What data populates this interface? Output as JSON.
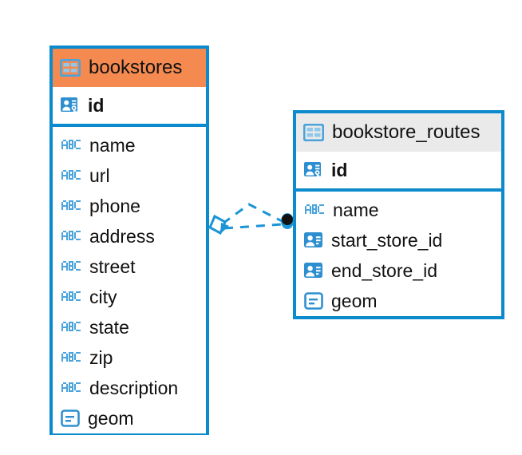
{
  "diagram": {
    "type": "entity-relationship-diagram",
    "background_color": "#FFFFFF",
    "accent_color": "#0B8ACD",
    "highlight_color": "#F58A51",
    "header_neutral_color": "#EAEAEA"
  },
  "entities": [
    {
      "name": "bookstores",
      "header_style": "orange",
      "primary_keys": [
        {
          "label": "id",
          "icon": "primary-key-icon",
          "type": "key"
        }
      ],
      "fields": [
        {
          "label": "name",
          "icon": "abc-text-icon",
          "type": "text"
        },
        {
          "label": "url",
          "icon": "abc-text-icon",
          "type": "text"
        },
        {
          "label": "phone",
          "icon": "abc-text-icon",
          "type": "text"
        },
        {
          "label": "address",
          "icon": "abc-text-icon",
          "type": "text"
        },
        {
          "label": "street",
          "icon": "abc-text-icon",
          "type": "text"
        },
        {
          "label": "city",
          "icon": "abc-text-icon",
          "type": "text"
        },
        {
          "label": "state",
          "icon": "abc-text-icon",
          "type": "text"
        },
        {
          "label": "zip",
          "icon": "abc-text-icon",
          "type": "text"
        },
        {
          "label": "description",
          "icon": "abc-text-icon",
          "type": "text"
        },
        {
          "label": "geom",
          "icon": "geometry-icon",
          "type": "geometry"
        }
      ]
    },
    {
      "name": "bookstore_routes",
      "header_style": "gray",
      "primary_keys": [
        {
          "label": "id",
          "icon": "primary-key-icon",
          "type": "key"
        }
      ],
      "fields": [
        {
          "label": "name",
          "icon": "abc-text-icon",
          "type": "text"
        },
        {
          "label": "start_store_id",
          "icon": "foreign-key-icon",
          "type": "foreign-key"
        },
        {
          "label": "end_store_id",
          "icon": "foreign-key-icon",
          "type": "foreign-key"
        },
        {
          "label": "geom",
          "icon": "geometry-icon",
          "type": "geometry"
        }
      ]
    }
  ],
  "relationship": {
    "from_entity": "bookstores",
    "to_entity": "bookstore_routes",
    "line_style": "dashed",
    "line_color": "#1B95D6",
    "source_marker": "diamond-crowsfoot-marker",
    "target_marker": "filled-circle-marker",
    "target_marker_color": "#111111"
  }
}
